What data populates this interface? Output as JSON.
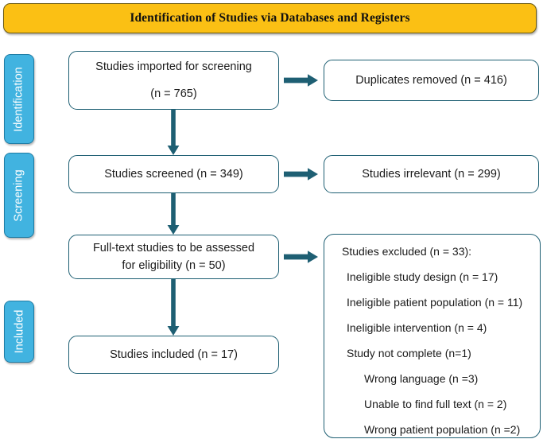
{
  "header": {
    "title": "Identification of Studies via Databases and Registers",
    "background_color": "#FBC014"
  },
  "stages": [
    {
      "id": "identification",
      "label": "Identification",
      "color": "#41B3E0"
    },
    {
      "id": "screening",
      "label": "Screening",
      "color": "#41B3E0"
    },
    {
      "id": "included",
      "label": "Included",
      "color": "#41B3E0"
    }
  ],
  "boxes": {
    "imported": {
      "line1": "Studies imported for screening",
      "line2": "(n = 765)"
    },
    "duplicates": {
      "line1": "Duplicates removed (n = 416)"
    },
    "screened": {
      "line1": "Studies screened (n = 349)"
    },
    "irrelevant": {
      "line1": "Studies irrelevant (n = 299)"
    },
    "fulltext": {
      "line1": "Full-text studies to be assessed",
      "line2": "for eligibility (n = 50)"
    },
    "included": {
      "line1": "Studies included (n = 17)"
    }
  },
  "excluded": {
    "heading": "Studies excluded (n = 33):",
    "reasons": [
      "Ineligible study design (n = 17)",
      "Ineligible patient population (n = 11)",
      "Ineligible intervention (n = 4)",
      "Study not complete (n=1)",
      "Wrong language (n =3)",
      "Unable to find full text (n = 2)",
      "Wrong patient population (n =2)"
    ]
  },
  "arrows": {
    "color": "#1e5f73",
    "vertical_count": 3,
    "horizontal_count": 3
  },
  "colors": {
    "box_border": "#1e5f73",
    "banner": "#FBC014",
    "stage_tab": "#41B3E0",
    "text": "#1b1b1b"
  }
}
